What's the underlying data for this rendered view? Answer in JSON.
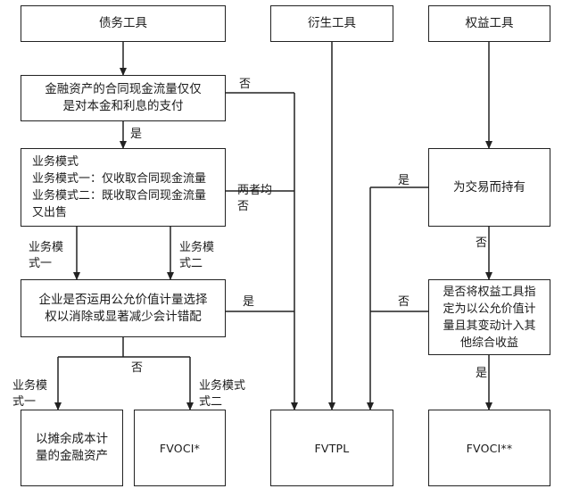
{
  "nodes": {
    "debt_tool": "债务工具",
    "derivative_tool": "衍生工具",
    "equity_tool": "权益工具",
    "sppi_test": "金融资产的合同现金流量仅仅\n是对本金和利息的支付",
    "business_model": "业务模式\n业务模式一：仅收取合同现金流量\n业务模式二：既收取合同现金流量\n又出售",
    "fvo_election": "企业是否运用公允价值计量选择\n权以消除或显著减少会计错配",
    "held_for_trading": "为交易而持有",
    "oci_designation": "是否将权益工具指\n定为以公允价值计\n量且其变动计入其\n他综合收益",
    "amortized_cost": "以摊余成本计\n量的金融资产",
    "fvoci_debt": "FVOCI*",
    "fvtpl": "FVTPL",
    "fvoci_equity": "FVOCI**"
  },
  "edge_labels": {
    "sppi_no": "否",
    "sppi_yes": "是",
    "both_no": "两者均\n否",
    "bm1_a": "业务模\n式一",
    "bm2_a": "业务模\n式二",
    "fvo_yes": "是",
    "fvo_no": "否",
    "bm1_b": "业务模\n式一",
    "bm2_b": "业务模式\n式二",
    "trading_yes": "是",
    "trading_no": "否",
    "oci_no": "否",
    "oci_yes": "是"
  }
}
